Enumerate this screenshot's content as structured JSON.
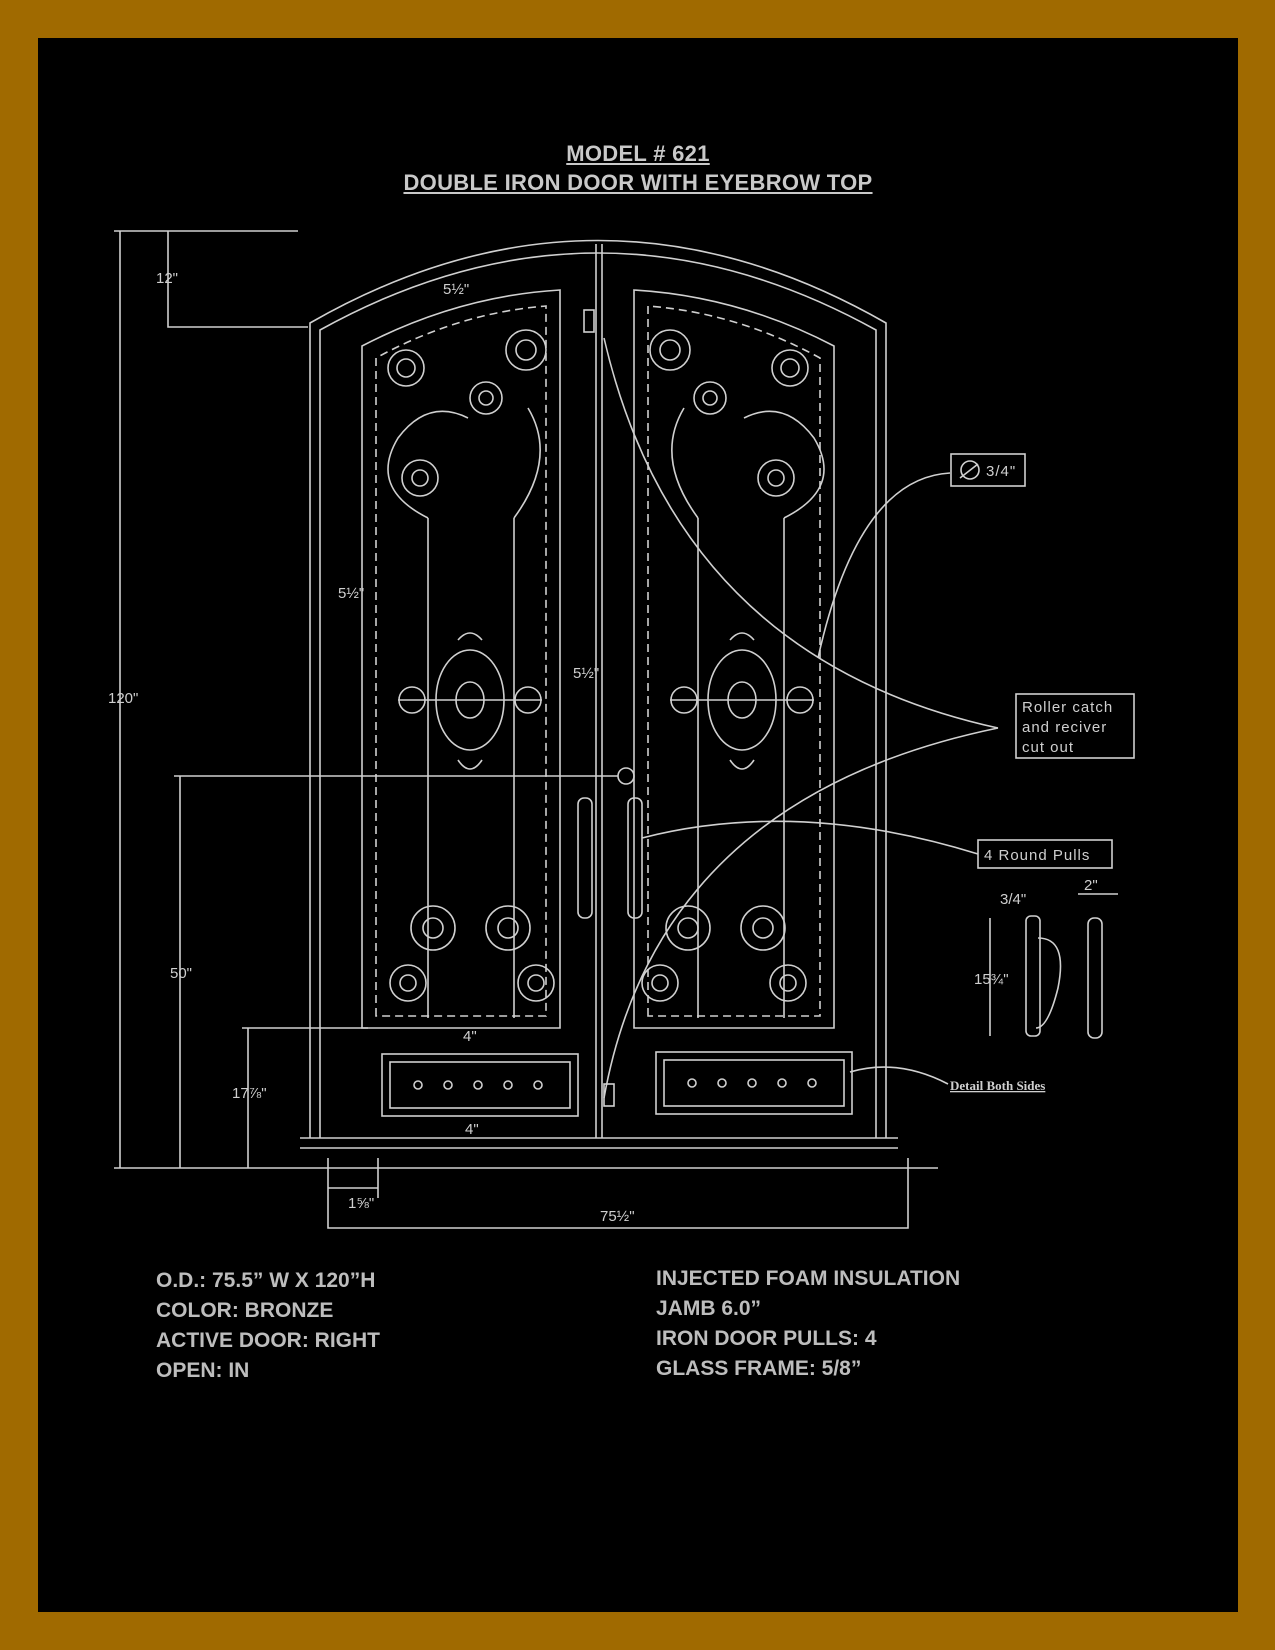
{
  "header": {
    "model": "MODEL # 621",
    "subtitle": "DOUBLE IRON DOOR WITH EYEBROW TOP"
  },
  "dimensions": {
    "top_arc": "12\"",
    "bar_top": "5½\"",
    "bar_side": "5½\"",
    "bar_center": "5½\"",
    "total_height": "120\"",
    "handle_height": "50\"",
    "kick_height": "17⅞\"",
    "kick_gap_top": "4\"",
    "kick_gap_bottom": "4\"",
    "threshold": "1⅝\"",
    "total_width": "75½\""
  },
  "callouts": {
    "diameter": "3/4\"",
    "roller_catch": [
      "Roller catch",
      "and reciver",
      "cut out"
    ],
    "pulls": "4 Round Pulls",
    "pull_diameter": "3/4\"",
    "pull_width": "2\"",
    "pull_length": "15¾\"",
    "detail": "Detail Both Sides"
  },
  "specs_left": [
    "O.D.:  75.5” W X 120”H",
    "COLOR: BRONZE",
    "ACTIVE DOOR:  RIGHT",
    "OPEN: IN"
  ],
  "specs_right": [
    "INJECTED FOAM INSULATION",
    "JAMB 6.0”",
    "IRON DOOR PULLS: 4",
    "GLASS FRAME: 5/8”"
  ],
  "colors": {
    "border": "#a06a00",
    "background": "#000000",
    "line": "#d0d0d0"
  }
}
